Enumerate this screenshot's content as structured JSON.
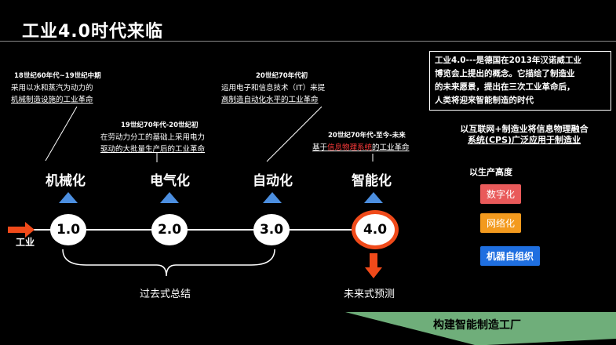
{
  "title": "工业4.0时代来临",
  "stages": [
    {
      "label": "机械化",
      "version": "1.0"
    },
    {
      "label": "电气化",
      "version": "2.0"
    },
    {
      "label": "自动化",
      "version": "3.0"
    },
    {
      "label": "智能化",
      "version": "4.0"
    }
  ],
  "annotations": {
    "a1_era": "18世纪60年代~19世纪中期",
    "a1_l1": "采用以水和蒸汽为动力的",
    "a1_l2": "机械制造设施的工业革命",
    "a2_era": "19世纪70年代-20世纪初",
    "a2_l1": "在劳动力分工的基础上采用电力",
    "a2_l2": "驱动的大批量生产后的工业革命",
    "a3_era": "20世纪70年代初",
    "a3_l1": "运用电子和信息技术（IT）来提",
    "a3_l2": "高制造自动化水平的工业革命",
    "a4_era": "20世纪70年代-至今-未来",
    "a4_prefix": "基于",
    "a4_highlight": "信息物理系统",
    "a4_suffix": "的工业革命"
  },
  "infobox": {
    "l1": "工业4.0---是德国在2013年汉诺威工业",
    "l2": "博览会上提出的概念。它描绘了制造业",
    "l3": "的未来愿景，提出在三次工业革命后，",
    "l4": "人类将迎来智能制造的时代"
  },
  "cps_l1": "以互联网+制造业将信息物理融合",
  "cps_l2": "系统(CPS)广泛应用于制造业",
  "height_label": "以生产高度",
  "tags": {
    "digital": "数字化",
    "network": "网络化",
    "self_org": "机器自组织"
  },
  "start_label": "工业",
  "past_label": "过去式总结",
  "future_label": "未来式预测",
  "banner": "构建智能制造工厂",
  "colors": {
    "accent_red": "#f04a1a",
    "blue": "#4c8fe0",
    "tag_red": "#e95a5a",
    "tag_orange": "#f39a1e",
    "tag_blue": "#1f6fe0",
    "banner_green": "#6fae7a"
  }
}
